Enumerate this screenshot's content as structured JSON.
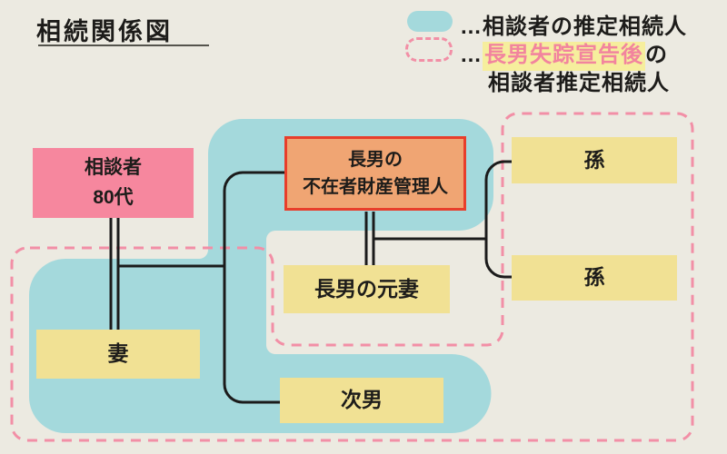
{
  "title": "相続関係図",
  "legend": {
    "item1": {
      "label": "…相談者の推定相続人"
    },
    "item2": {
      "prefix": "…",
      "highlight": "長男失踪宣告後",
      "suffix": "の",
      "line2": "相談者推定相続人"
    }
  },
  "nodes": {
    "consultant": {
      "line1": "相談者",
      "line2": "80代"
    },
    "manager": {
      "line1": "長男の",
      "line2": "不在者財産管理人"
    },
    "grandchild_top": {
      "label": "孫"
    },
    "grandchild_bottom": {
      "label": "孫"
    },
    "ex_wife": {
      "label": "長男の元妻"
    },
    "wife": {
      "label": "妻"
    },
    "second_son": {
      "label": "次男"
    }
  },
  "colors": {
    "background": "#ECEAE1",
    "teal_region": "#A4D9DC",
    "dashed_pink": "#F28FA6",
    "consultant_pink": "#F6879E",
    "node_yellow": "#F1E194",
    "manager_orange": "#F0A573",
    "manager_border_red": "#E83E2B",
    "highlight_yellow": "#F6EE9D",
    "highlight_text_pink": "#F2849E",
    "line_black": "#1b1b1b"
  }
}
